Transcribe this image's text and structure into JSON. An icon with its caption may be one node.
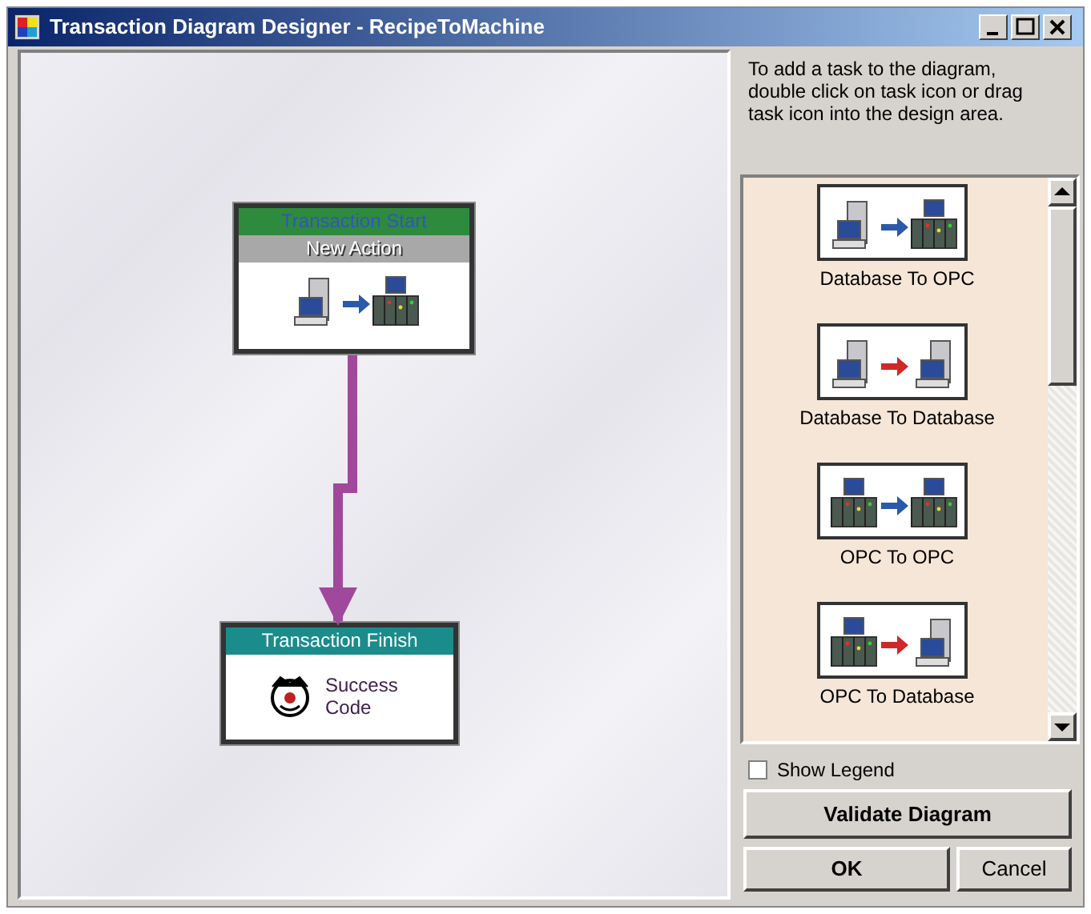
{
  "diagram": {
    "title": "Transaction Diagram Designer - RecipeToMachine",
    "nodes": [
      {
        "text": [
          "Transaction Start",
          "New Action"
        ]
      },
      {
        "text": [
          "Transaction Finish",
          "Success Code"
        ]
      },
      {
        "text": [
          "Database To OPC"
        ]
      },
      {
        "text": [
          "Database To Database"
        ]
      },
      {
        "text": [
          "OPC To OPC"
        ]
      },
      {
        "text": [
          "OPC To Database"
        ]
      }
    ],
    "edges": [
      {
        "from": 0,
        "to": 1,
        "arrow": "to",
        "color": "#a0489c"
      }
    ],
    "labels": [
      "To add a task to the diagram, double click on task icon or drag task icon into the design area.",
      "Show Legend",
      "Validate Diagram",
      "OK",
      "Cancel"
    ]
  }
}
